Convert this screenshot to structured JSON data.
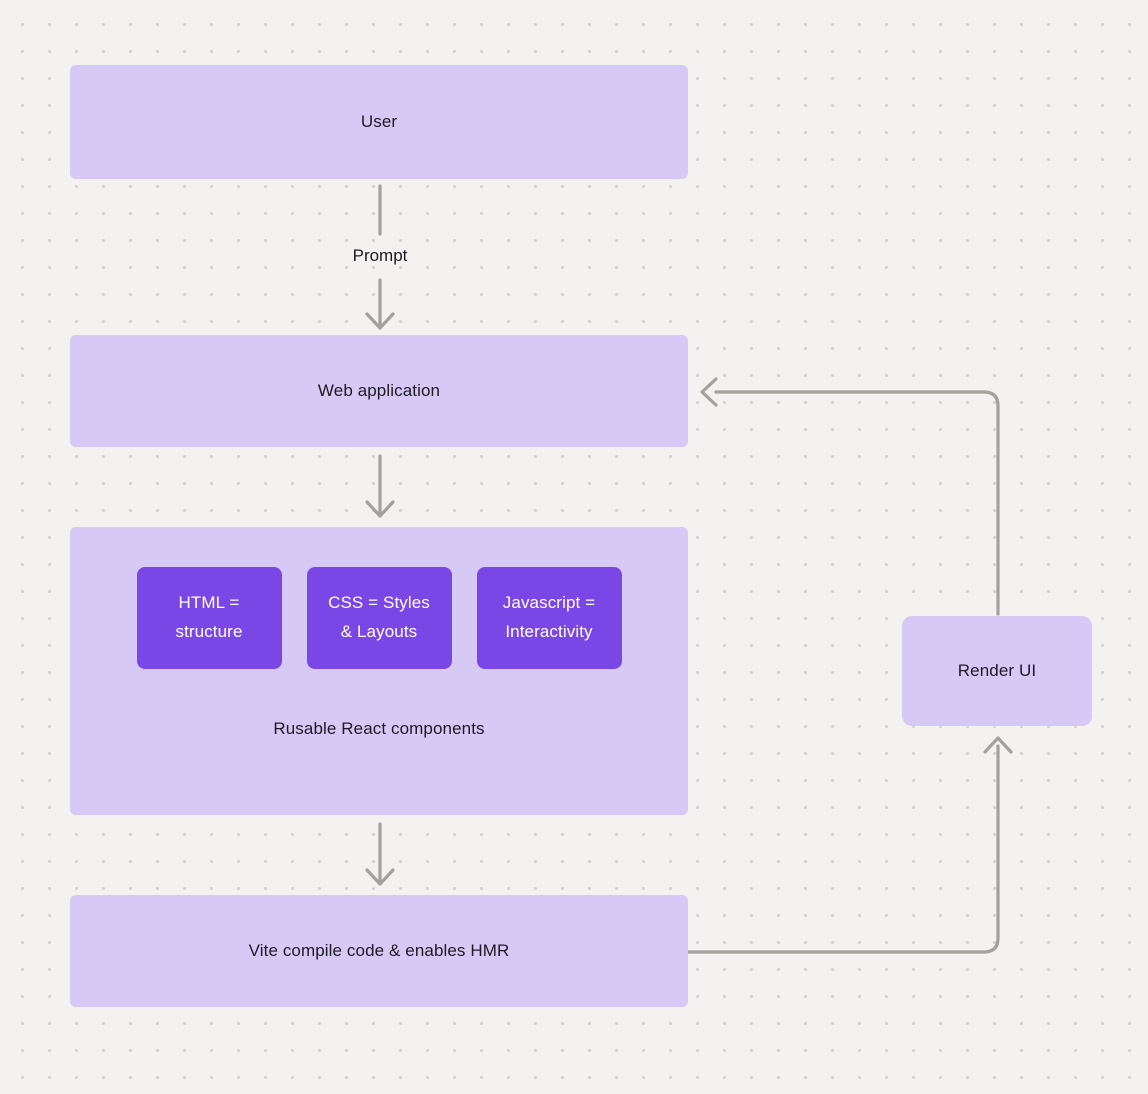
{
  "diagram": {
    "nodes": {
      "user": "User",
      "web_application": "Web application",
      "group_caption": "Rusable React components",
      "html_line1": "HTML =",
      "html_line2": "structure",
      "css_line1": "CSS = Styles",
      "css_line2": "& Layouts",
      "js_line1": "Javascript =",
      "js_line2": "Interactivity",
      "vite": "Vite compile code & enables HMR",
      "render_ui": "Render UI"
    },
    "edge_labels": {
      "prompt": "Prompt"
    },
    "colors": {
      "background": "#f3f2f0",
      "dot_grid": "#d4d2cf",
      "node_fill": "#d7c9f6",
      "accent_fill": "#7b46e6",
      "connector": "#a4a19d",
      "text_dark": "#1c1a22",
      "text_on_accent": "#ffffff"
    }
  }
}
